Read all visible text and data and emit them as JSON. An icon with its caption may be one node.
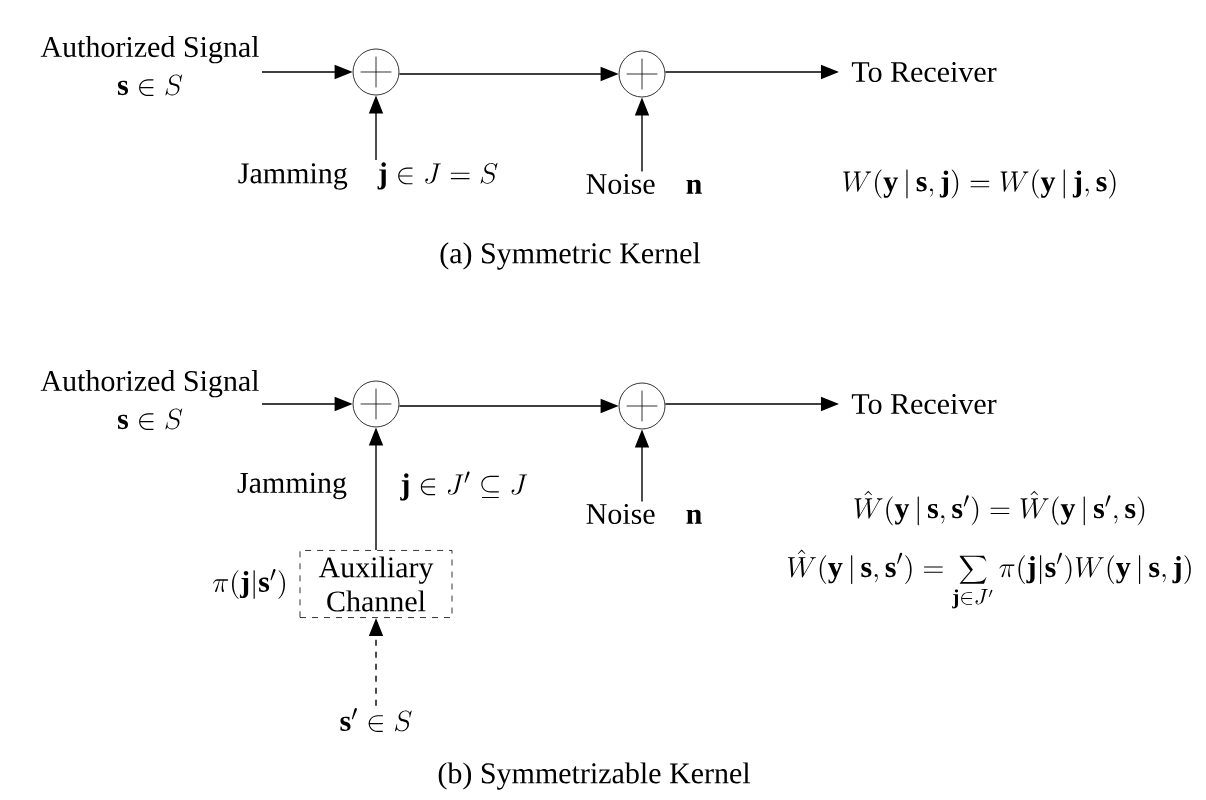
{
  "diagram": {
    "nodes": [
      {
        "text": [
          "Authorized Signal",
          "\\mathbf{s}\\in S"
        ]
      },
      {
        "text": [],
        "shape": "circle"
      },
      {
        "text": [
          "Jamming",
          "\\mathbf{j}\\in J=S"
        ]
      },
      {
        "text": [],
        "shape": "circle"
      },
      {
        "text": [
          "Noise",
          "\\mathbf{n}"
        ]
      },
      {
        "text": [
          "To Receiver"
        ]
      },
      {
        "text": [
          "Authorized Signal",
          "\\mathbf{s}\\in S"
        ]
      },
      {
        "text": [],
        "shape": "circle"
      },
      {
        "text": [],
        "shape": "circle"
      },
      {
        "text": [
          "Noise",
          "\\mathbf{n}"
        ]
      },
      {
        "text": [
          "To Receiver"
        ]
      },
      {
        "text": [
          "Auxiliary Channel"
        ],
        "beside": [
          "\\pi(\\mathbf{j}|\\mathbf{s}')"
        ]
      },
      {
        "text": [
          "\\mathbf{s}'\\in S"
        ]
      }
    ],
    "edges": [
      {
        "from": 0,
        "to": 1,
        "arrow": "to"
      },
      {
        "from": 2,
        "to": 1,
        "arrow": "to"
      },
      {
        "from": 1,
        "to": 3,
        "arrow": "to"
      },
      {
        "from": 4,
        "to": 3,
        "arrow": "to"
      },
      {
        "from": 3,
        "to": 5,
        "arrow": "to"
      },
      {
        "from": 6,
        "to": 7,
        "arrow": "to"
      },
      {
        "from": 11,
        "to": 7,
        "arrow": "to",
        "label": "Jamming"
      },
      {
        "from": 7,
        "to": 8,
        "arrow": "to"
      },
      {
        "from": 9,
        "to": 8,
        "arrow": "to"
      },
      {
        "from": 8,
        "to": 10,
        "arrow": "to"
      },
      {
        "from": 12,
        "to": 11,
        "arrow": "to",
        "style": "dashed"
      }
    ],
    "labels": [
      "W(\\mathbf{y}\\,|\\,\\mathbf{s},\\mathbf{j})=W(\\mathbf{y}\\,|\\,\\mathbf{j},\\mathbf{s})",
      "(a) Symmetric Kernel",
      "\\mathbf{j}\\in J'\\subseteq J",
      "\\hat{W}(\\mathbf{y}\\,|\\,\\mathbf{s},\\mathbf{s}')=\\hat{W}(\\mathbf{y}\\,|\\,\\mathbf{s}',\\mathbf{s})",
      "\\hat{W}(\\mathbf{y}\\,|\\,\\mathbf{s},\\mathbf{s}')=\\sum_{\\mathbf{j}\\in J'}\\pi(\\mathbf{j}|\\mathbf{s}')W(\\mathbf{y}\\,|\\,\\mathbf{s},\\mathbf{j})",
      "(b) Symmetrizable Kernel"
    ]
  }
}
